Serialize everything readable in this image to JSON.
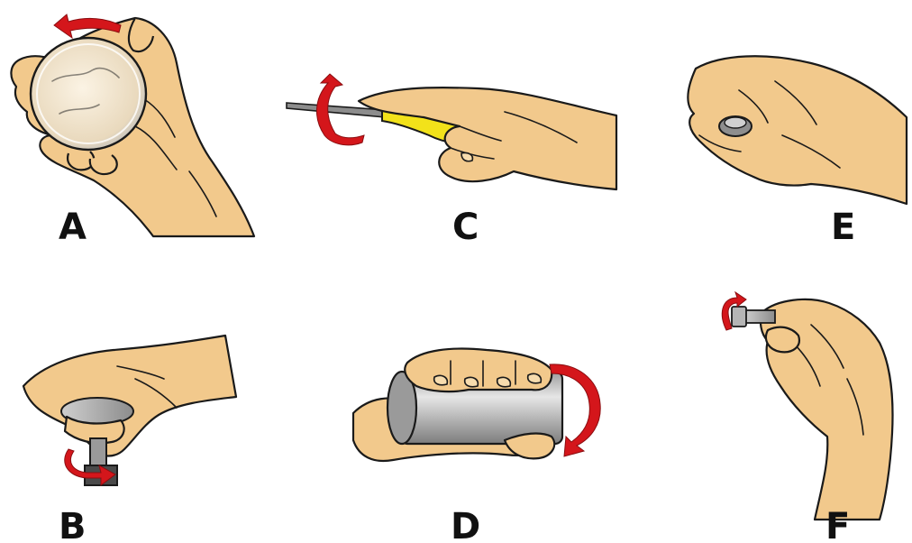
{
  "panels": [
    {
      "id": "A",
      "label": "A"
    },
    {
      "id": "B",
      "label": "B"
    },
    {
      "id": "C",
      "label": "C"
    },
    {
      "id": "D",
      "label": "D"
    },
    {
      "id": "E",
      "label": "E"
    },
    {
      "id": "F",
      "label": "F"
    }
  ],
  "colors": {
    "skin": "#f2c98c",
    "outline": "#1a1a1a",
    "arrow": "#d4161b",
    "handle": "#f2e21a",
    "metal": "#b9b9b9"
  }
}
